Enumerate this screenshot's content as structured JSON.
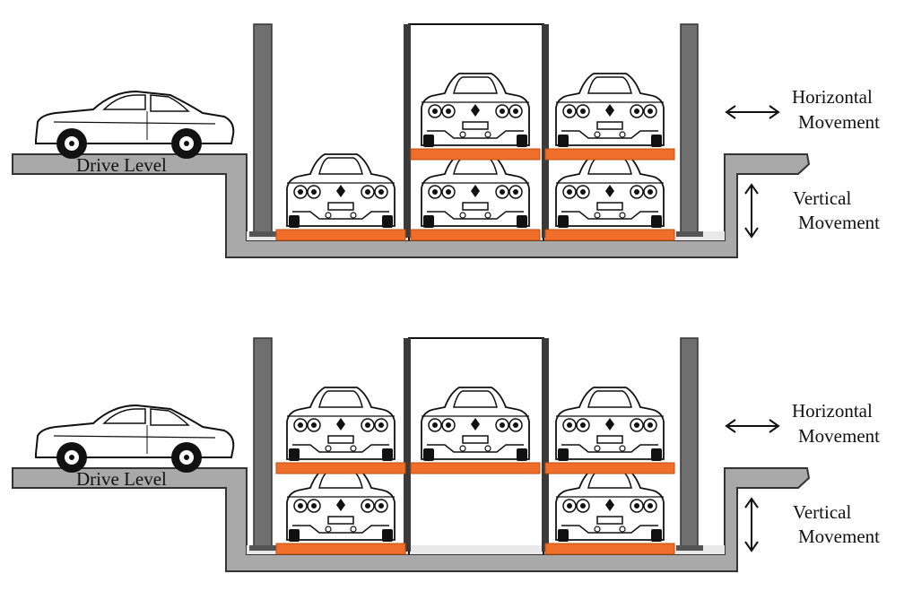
{
  "colors": {
    "pit": "#a9a9a9",
    "pit_edge": "#333333",
    "column": "#6f6f6f",
    "pallet": "#ee6e2a",
    "frame": "#111111"
  },
  "panels": [
    {
      "drive_level": "Drive Level",
      "horizontal_line1": "Horizontal",
      "horizontal_line2": "Movement",
      "vertical_line1": "Vertical",
      "vertical_line2": "Movement",
      "pallets": [
        {
          "slot": "left",
          "level": "lower",
          "occupied": true
        },
        {
          "slot": "middle",
          "level": "lower",
          "occupied": true
        },
        {
          "slot": "right",
          "level": "lower",
          "occupied": true
        },
        {
          "slot": "middle",
          "level": "upper",
          "occupied": true
        },
        {
          "slot": "right",
          "level": "upper",
          "occupied": true
        }
      ]
    },
    {
      "drive_level": "Drive Level",
      "horizontal_line1": "Horizontal",
      "horizontal_line2": "Movement",
      "vertical_line1": "Vertical",
      "vertical_line2": "Movement",
      "pallets": [
        {
          "slot": "left",
          "level": "lower",
          "occupied": true
        },
        {
          "slot": "right",
          "level": "lower",
          "occupied": true
        },
        {
          "slot": "left",
          "level": "upper",
          "occupied": true
        },
        {
          "slot": "middle",
          "level": "upper",
          "occupied": true
        },
        {
          "slot": "right",
          "level": "upper",
          "occupied": true
        }
      ]
    }
  ]
}
